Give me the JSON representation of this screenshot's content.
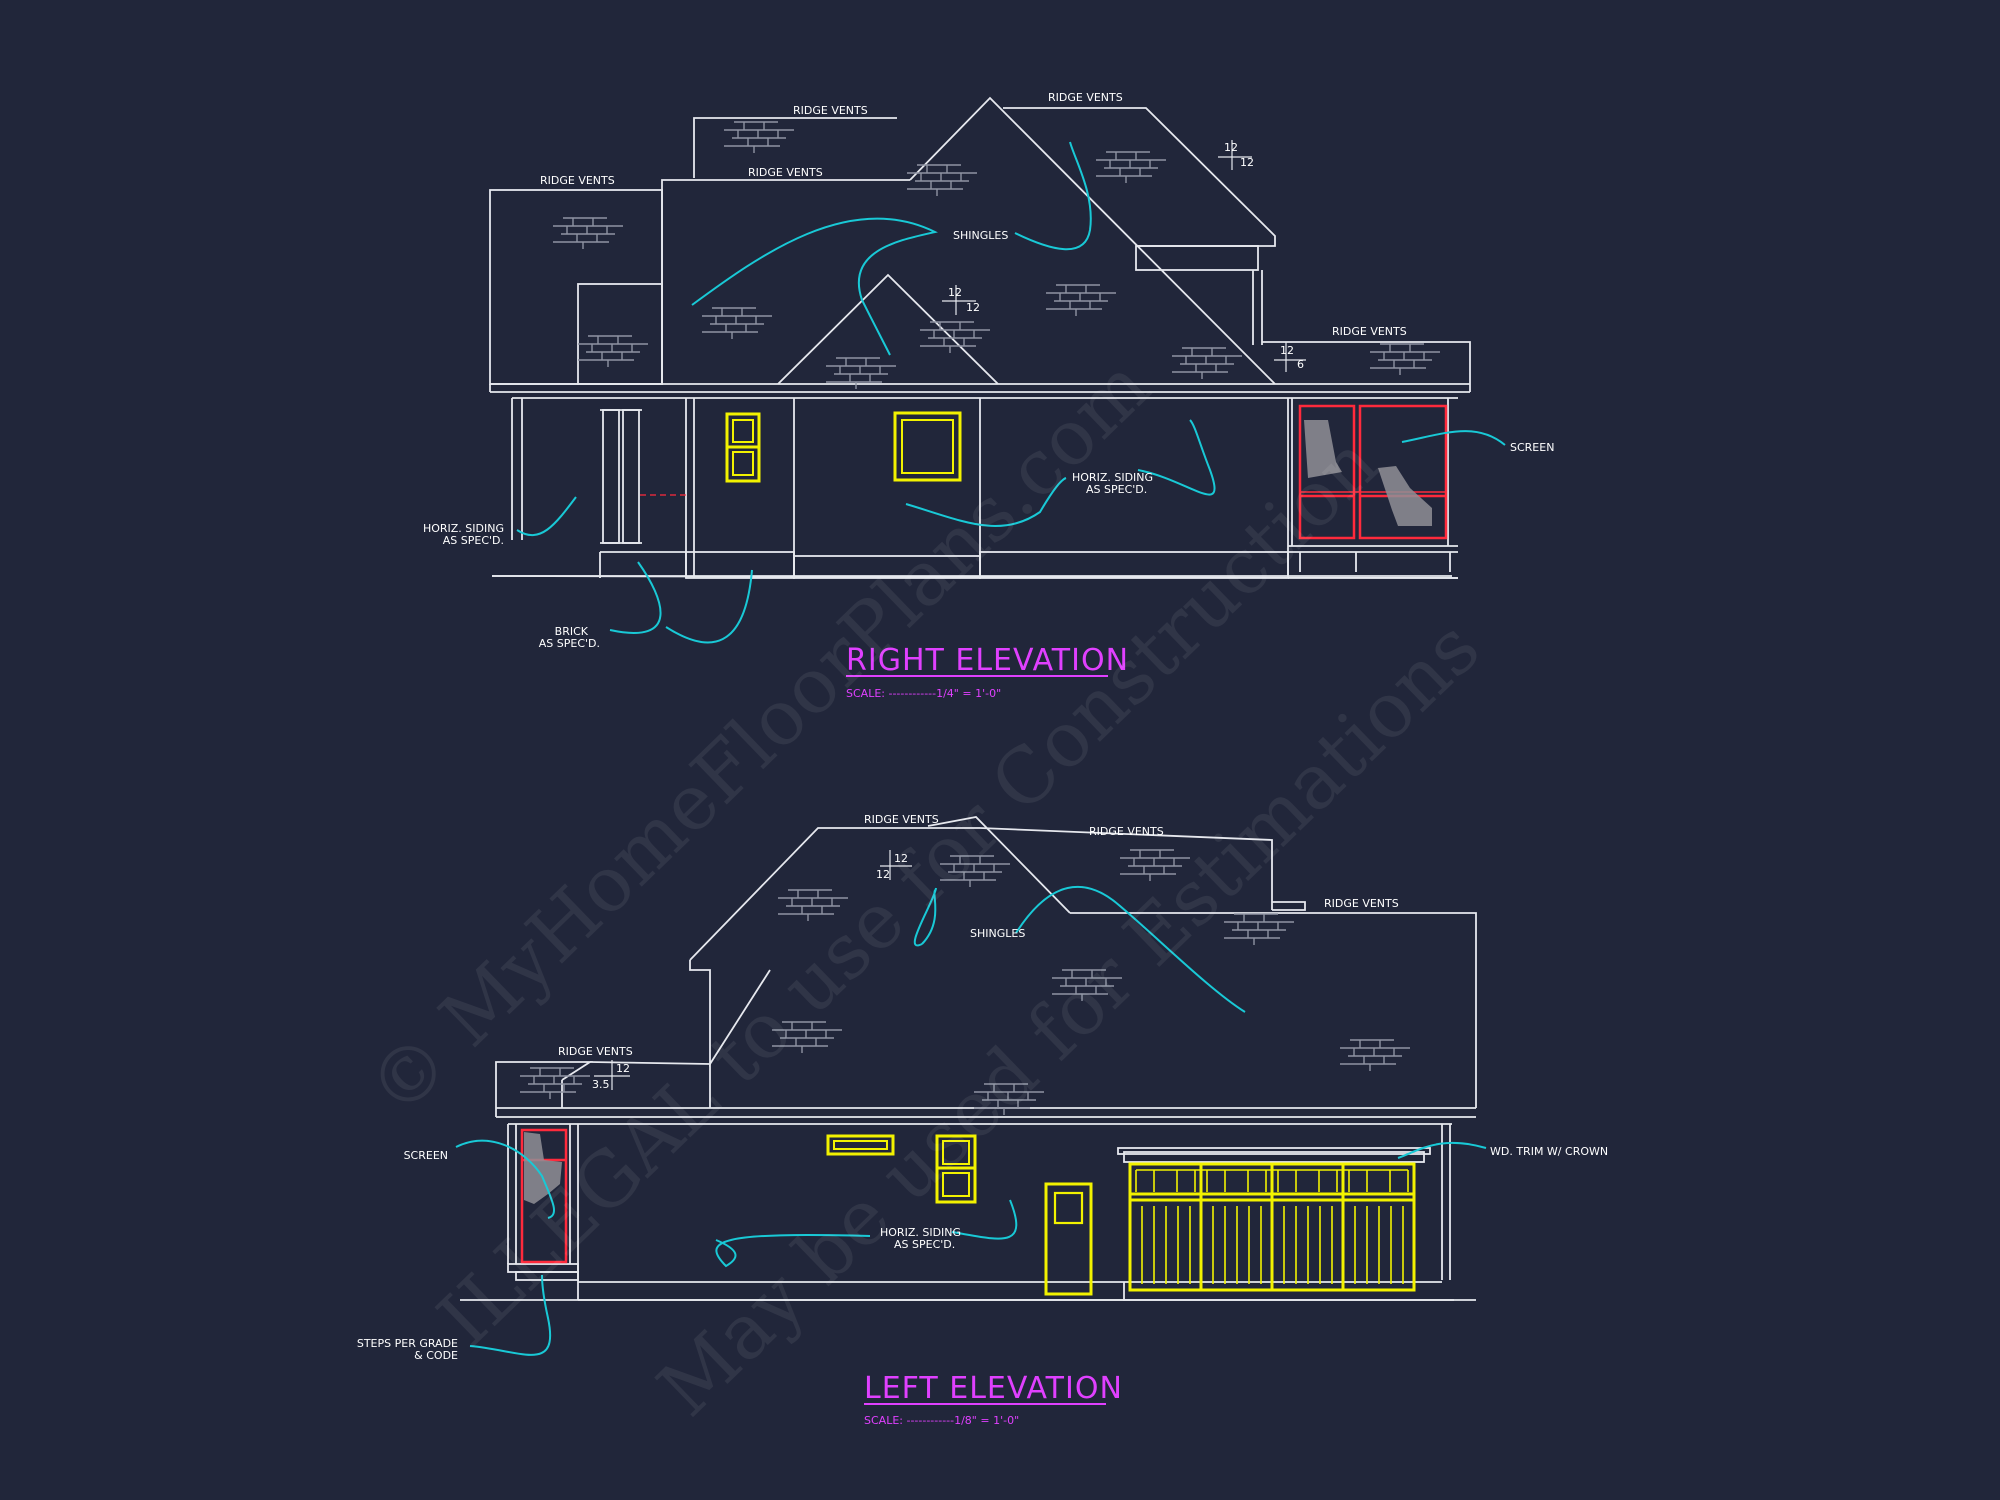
{
  "right_elevation": {
    "title": "RIGHT ELEVATION",
    "scale": "SCALE: ------------1/4\" = 1'-0\"",
    "notes": {
      "ridge_vents_1": "RIDGE VENTS",
      "ridge_vents_2": "RIDGE VENTS",
      "ridge_vents_3": "RIDGE VENTS",
      "ridge_vents_4": "RIDGE VENTS",
      "ridge_vents_5": "RIDGE VENTS",
      "shingles": "SHINGLES",
      "screen": "SCREEN",
      "horiz_siding_left_1": "HORIZ. SIDING",
      "horiz_siding_left_2": "AS SPEC'D.",
      "horiz_siding_mid_1": "HORIZ. SIDING",
      "horiz_siding_mid_2": "AS SPEC'D.",
      "brick_1": "BRICK",
      "brick_2": "AS SPEC'D."
    },
    "pitches": {
      "p1_rise": "12",
      "p1_run": "12",
      "p2_rise": "12",
      "p2_run": "12",
      "p3_rise": "12",
      "p3_run": "6"
    }
  },
  "left_elevation": {
    "title": "LEFT ELEVATION",
    "scale": "SCALE: ------------1/8\" = 1'-0\"",
    "notes": {
      "ridge_vents_1": "RIDGE VENTS",
      "ridge_vents_2": "RIDGE VENTS",
      "ridge_vents_3": "RIDGE VENTS",
      "ridge_vents_4": "RIDGE VENTS",
      "shingles": "SHINGLES",
      "screen": "SCREEN",
      "horiz_siding_1": "HORIZ. SIDING",
      "horiz_siding_2": "AS SPEC'D.",
      "steps_1": "STEPS PER GRADE",
      "steps_2": "& CODE",
      "wd_trim": "WD. TRIM W/ CROWN"
    },
    "pitches": {
      "p1_rise": "12",
      "p1_run": "12",
      "p2_rise": "12",
      "p2_run": "3.5"
    }
  },
  "watermark": {
    "line1": "© MyHomeFloorPlans.com",
    "line2": "ILLEGAL to use for Construction",
    "line3": "May be used for Estimations"
  },
  "colors": {
    "background": "#21263a",
    "linework": "#e6e8ee",
    "leader": "#19c9d6",
    "window": "#f2f200",
    "screen": "#ff2a3c",
    "title": "#e040ff"
  }
}
